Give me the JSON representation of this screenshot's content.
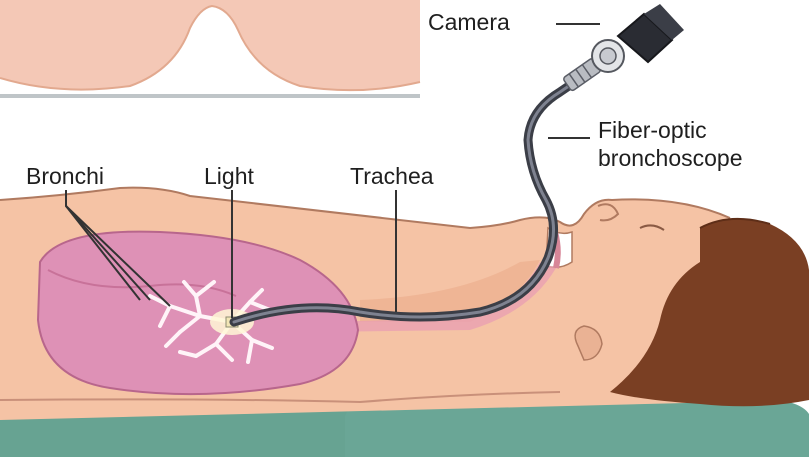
{
  "labels": {
    "camera": "Camera",
    "fiber_optic_line1": "Fiber-optic",
    "fiber_optic_line2": "bronchoscope",
    "bronchi": "Bronchi",
    "light": "Light",
    "trachea": "Trachea"
  },
  "colors": {
    "skin": "#f5c3a5",
    "skin_shadow": "#e9a989",
    "lung": "#de91b6",
    "lung_dark": "#c87299",
    "bronchi_tree": "#fff4f8",
    "hair": "#7a3f23",
    "scope": "#474a55",
    "table": "#67a392",
    "inset_panel": "#f4c8b6",
    "leader": "#333333"
  }
}
